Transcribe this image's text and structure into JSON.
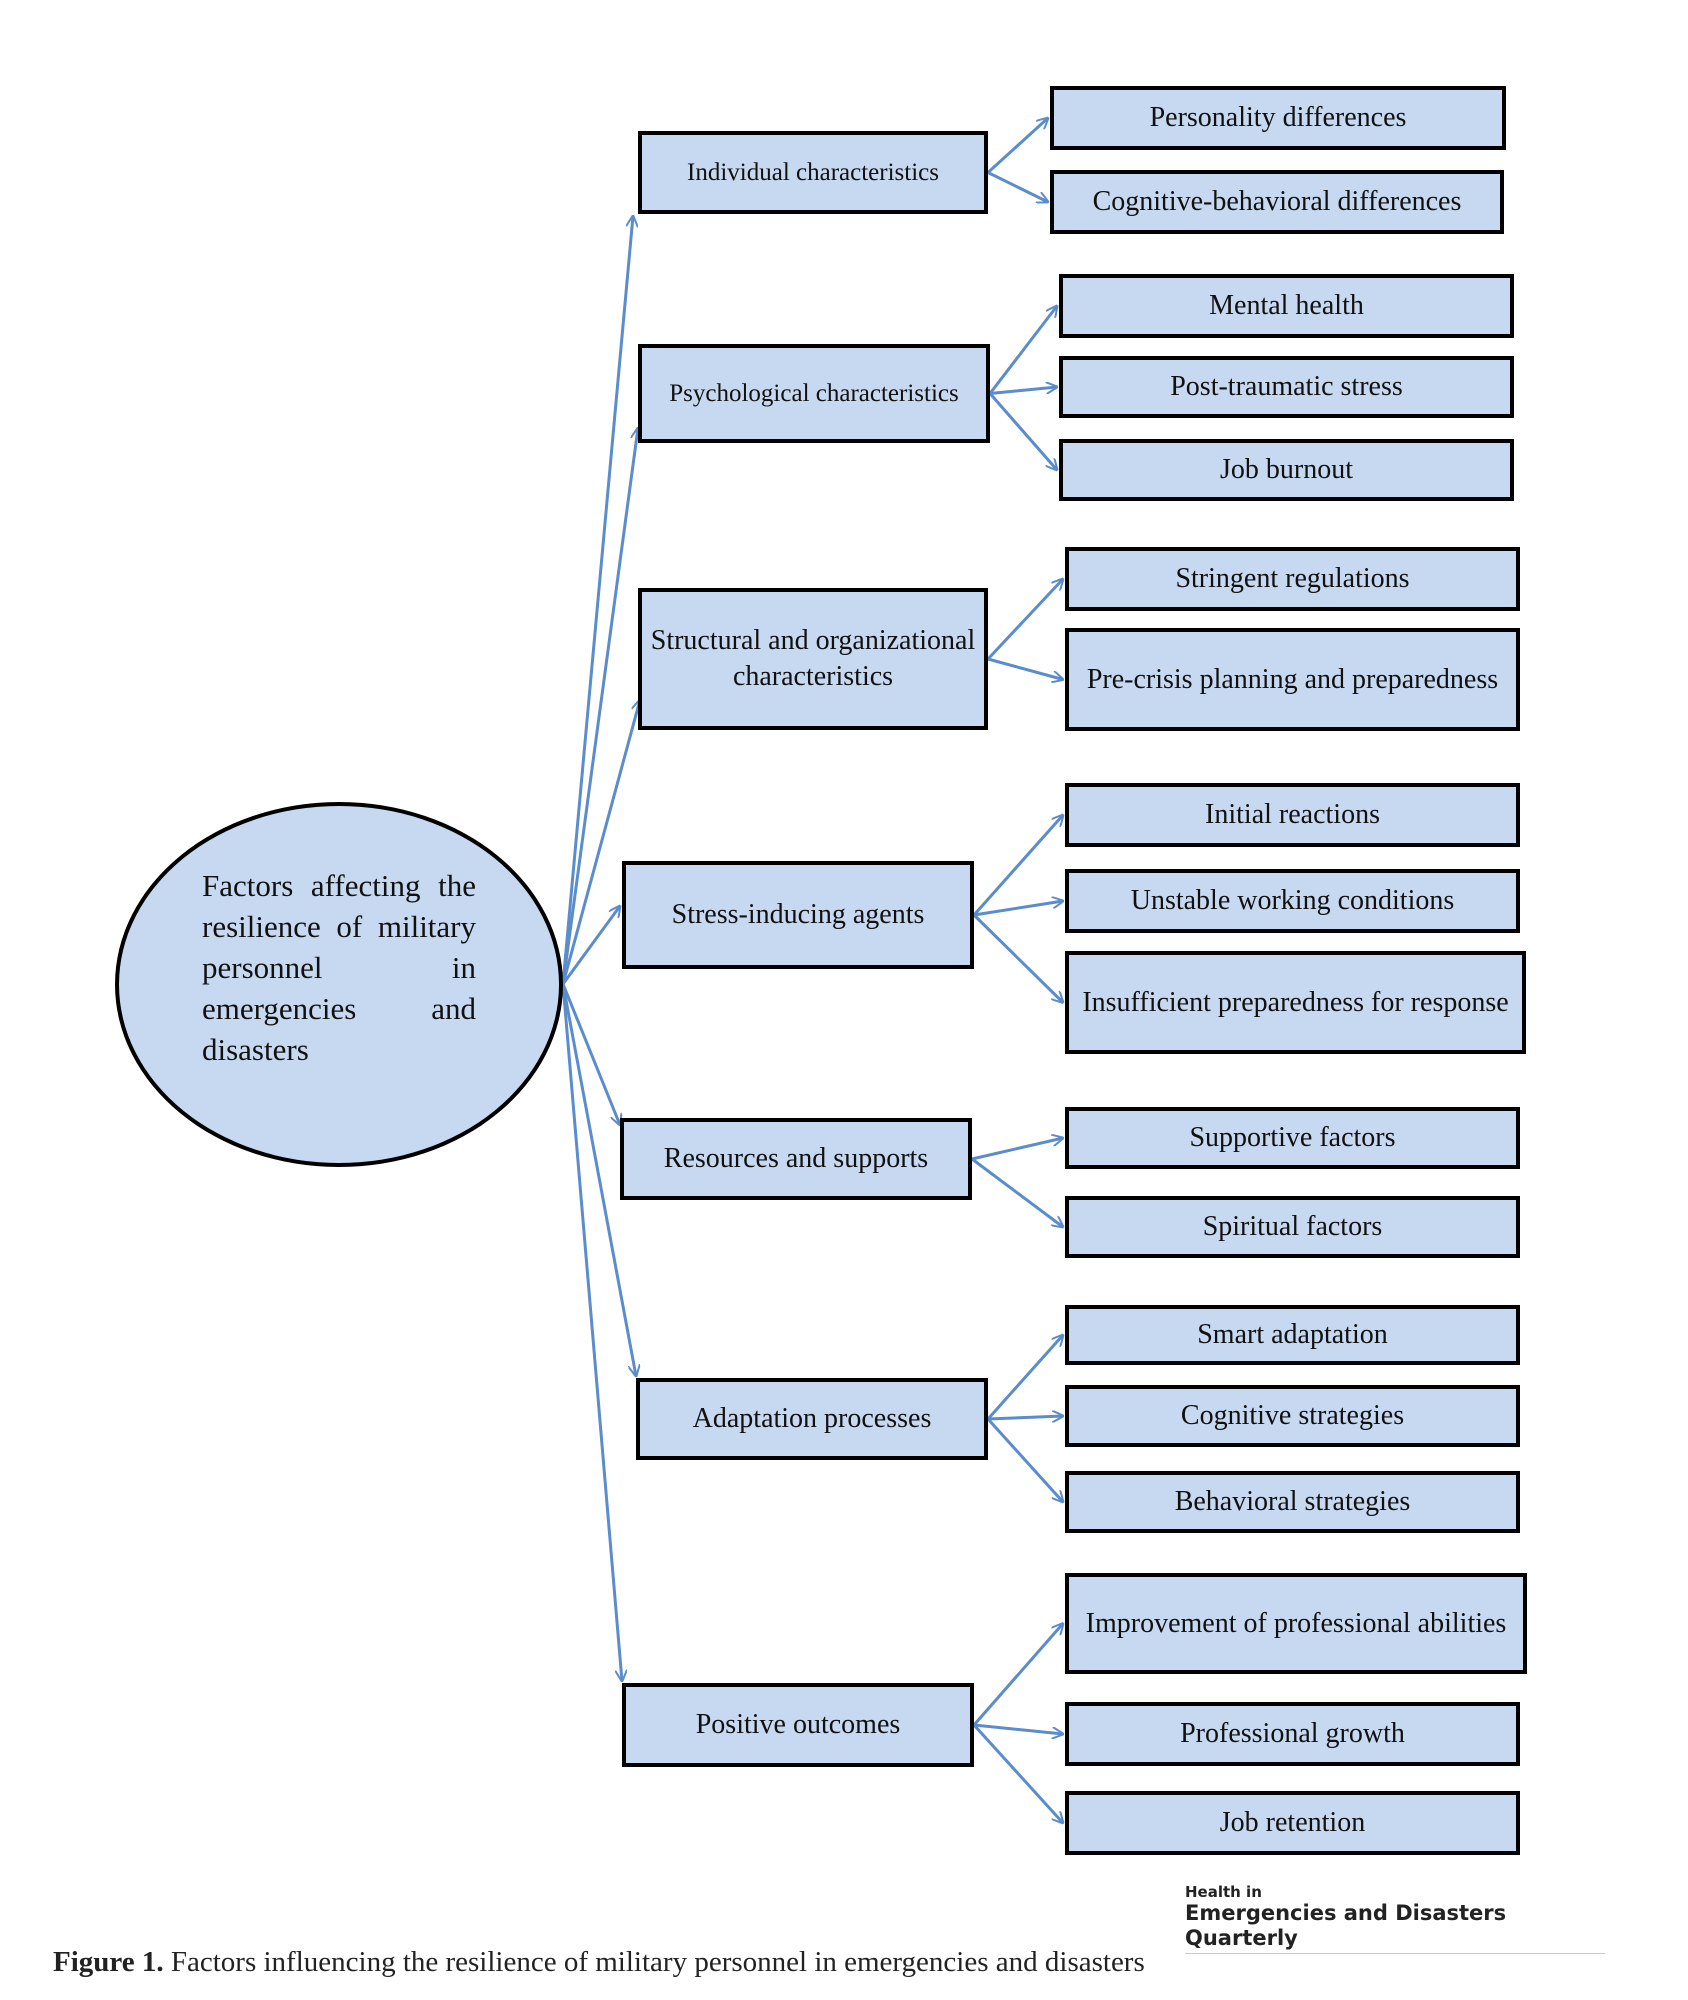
{
  "root": {
    "label": "Factors affecting the resilience of military personnel in emergencies and disasters"
  },
  "categories": [
    {
      "label": "Individual characteristics",
      "children": [
        "Personality differences",
        "Cognitive-behavioral differences"
      ]
    },
    {
      "label": "Psychological characteristics",
      "children": [
        "Mental health",
        "Post-traumatic stress",
        "Job burnout"
      ]
    },
    {
      "label": "Structural and organizational characteristics",
      "children": [
        "Stringent regulations",
        "Pre-crisis planning and preparedness"
      ]
    },
    {
      "label": "Stress-inducing agents",
      "children": [
        "Initial reactions",
        "Unstable working conditions",
        "Insufficient preparedness for response"
      ]
    },
    {
      "label": "Resources and supports",
      "children": [
        "Supportive factors",
        "Spiritual factors"
      ]
    },
    {
      "label": "Adaptation processes",
      "children": [
        "Smart adaptation",
        "Cognitive strategies",
        "Behavioral strategies"
      ]
    },
    {
      "label": "Positive outcomes",
      "children": [
        "Improvement of professional abilities",
        "Professional growth",
        "Job retention"
      ]
    }
  ],
  "logo": {
    "line1": "Health in",
    "line2": "Emergencies and Disasters Quarterly"
  },
  "caption": {
    "label": "Figure 1.",
    "text": "Factors influencing the resilience of military personnel in emergencies and disasters"
  },
  "colors": {
    "box_fill": "#c6d9f1",
    "arrow": "#5b8ccb",
    "border": "#000000"
  }
}
